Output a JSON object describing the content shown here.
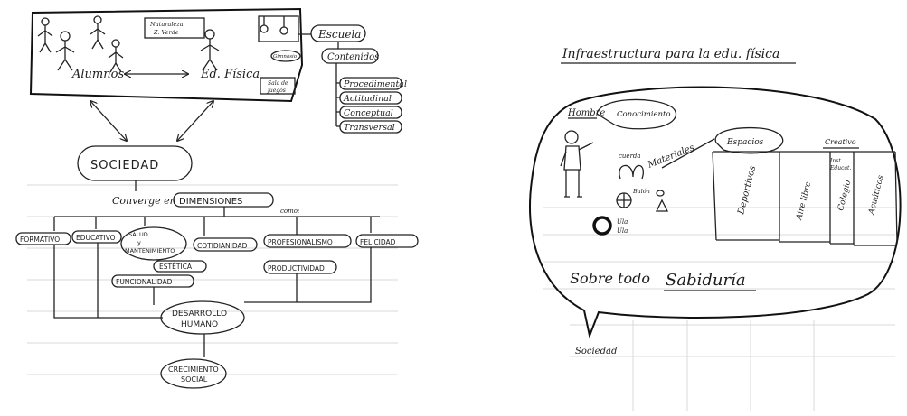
{
  "left_diagram": {
    "top_box": {
      "students_label": "Alumnos",
      "teacher_label": "Ed. Física",
      "note1_line1": "Naturaleza",
      "note1_line2": "Z. Verde",
      "gym_label": "Gimnasio",
      "games_line1": "Sala de",
      "games_line2": "juegos"
    },
    "school_label": "Escuela",
    "contents_label": "Contenidos",
    "content_items": [
      "Procedimental",
      "Actitudinal",
      "Conceptual",
      "Transversal"
    ],
    "society_label": "SOCIEDAD",
    "converge_text": "Converge en",
    "dimensions_label": "DIMENSIONES",
    "como_text": "como:",
    "dimension_items": {
      "formativo": "FORMATIVO",
      "educativo": "EDUCATIVO",
      "salud_line1": "SALUD",
      "salud_line2": "y",
      "salud_line3": "MANTENIMIENTO",
      "cotidianidad": "COTIDIANIDAD",
      "profesionalismo": "PROFESIONALISMO",
      "felicidad": "FELICIDAD",
      "estetica": "ESTÉTICA",
      "funcionalidad": "FUNCIONALIDAD",
      "productividad": "PRODUCTIVIDAD"
    },
    "human_dev_line1": "DESARROLLO",
    "human_dev_line2": "HUMANO",
    "social_growth_line1": "CRECIMIENTO",
    "social_growth_line2": "SOCIAL"
  },
  "right_diagram": {
    "title": "Infraestructura para la edu. física",
    "man_label": "Hombre",
    "knowledge_label": "Conocimiento",
    "materials_label": "Materiales",
    "rope_label": "cuerda",
    "balls_label": "Balón",
    "hula_line1": "Ula",
    "hula_line2": "Ula",
    "spaces_label": "Espacios",
    "creative_label": "Creativo",
    "inst_line1": "Inst.",
    "inst_line2": "Educat.",
    "panel_labels": [
      "Deportivos",
      "Aire libre",
      "Colegio",
      "Acuáticos"
    ],
    "wisdom_prefix": "Sobre todo",
    "wisdom_word": "Sabiduría",
    "society_label": "Sociedad"
  }
}
